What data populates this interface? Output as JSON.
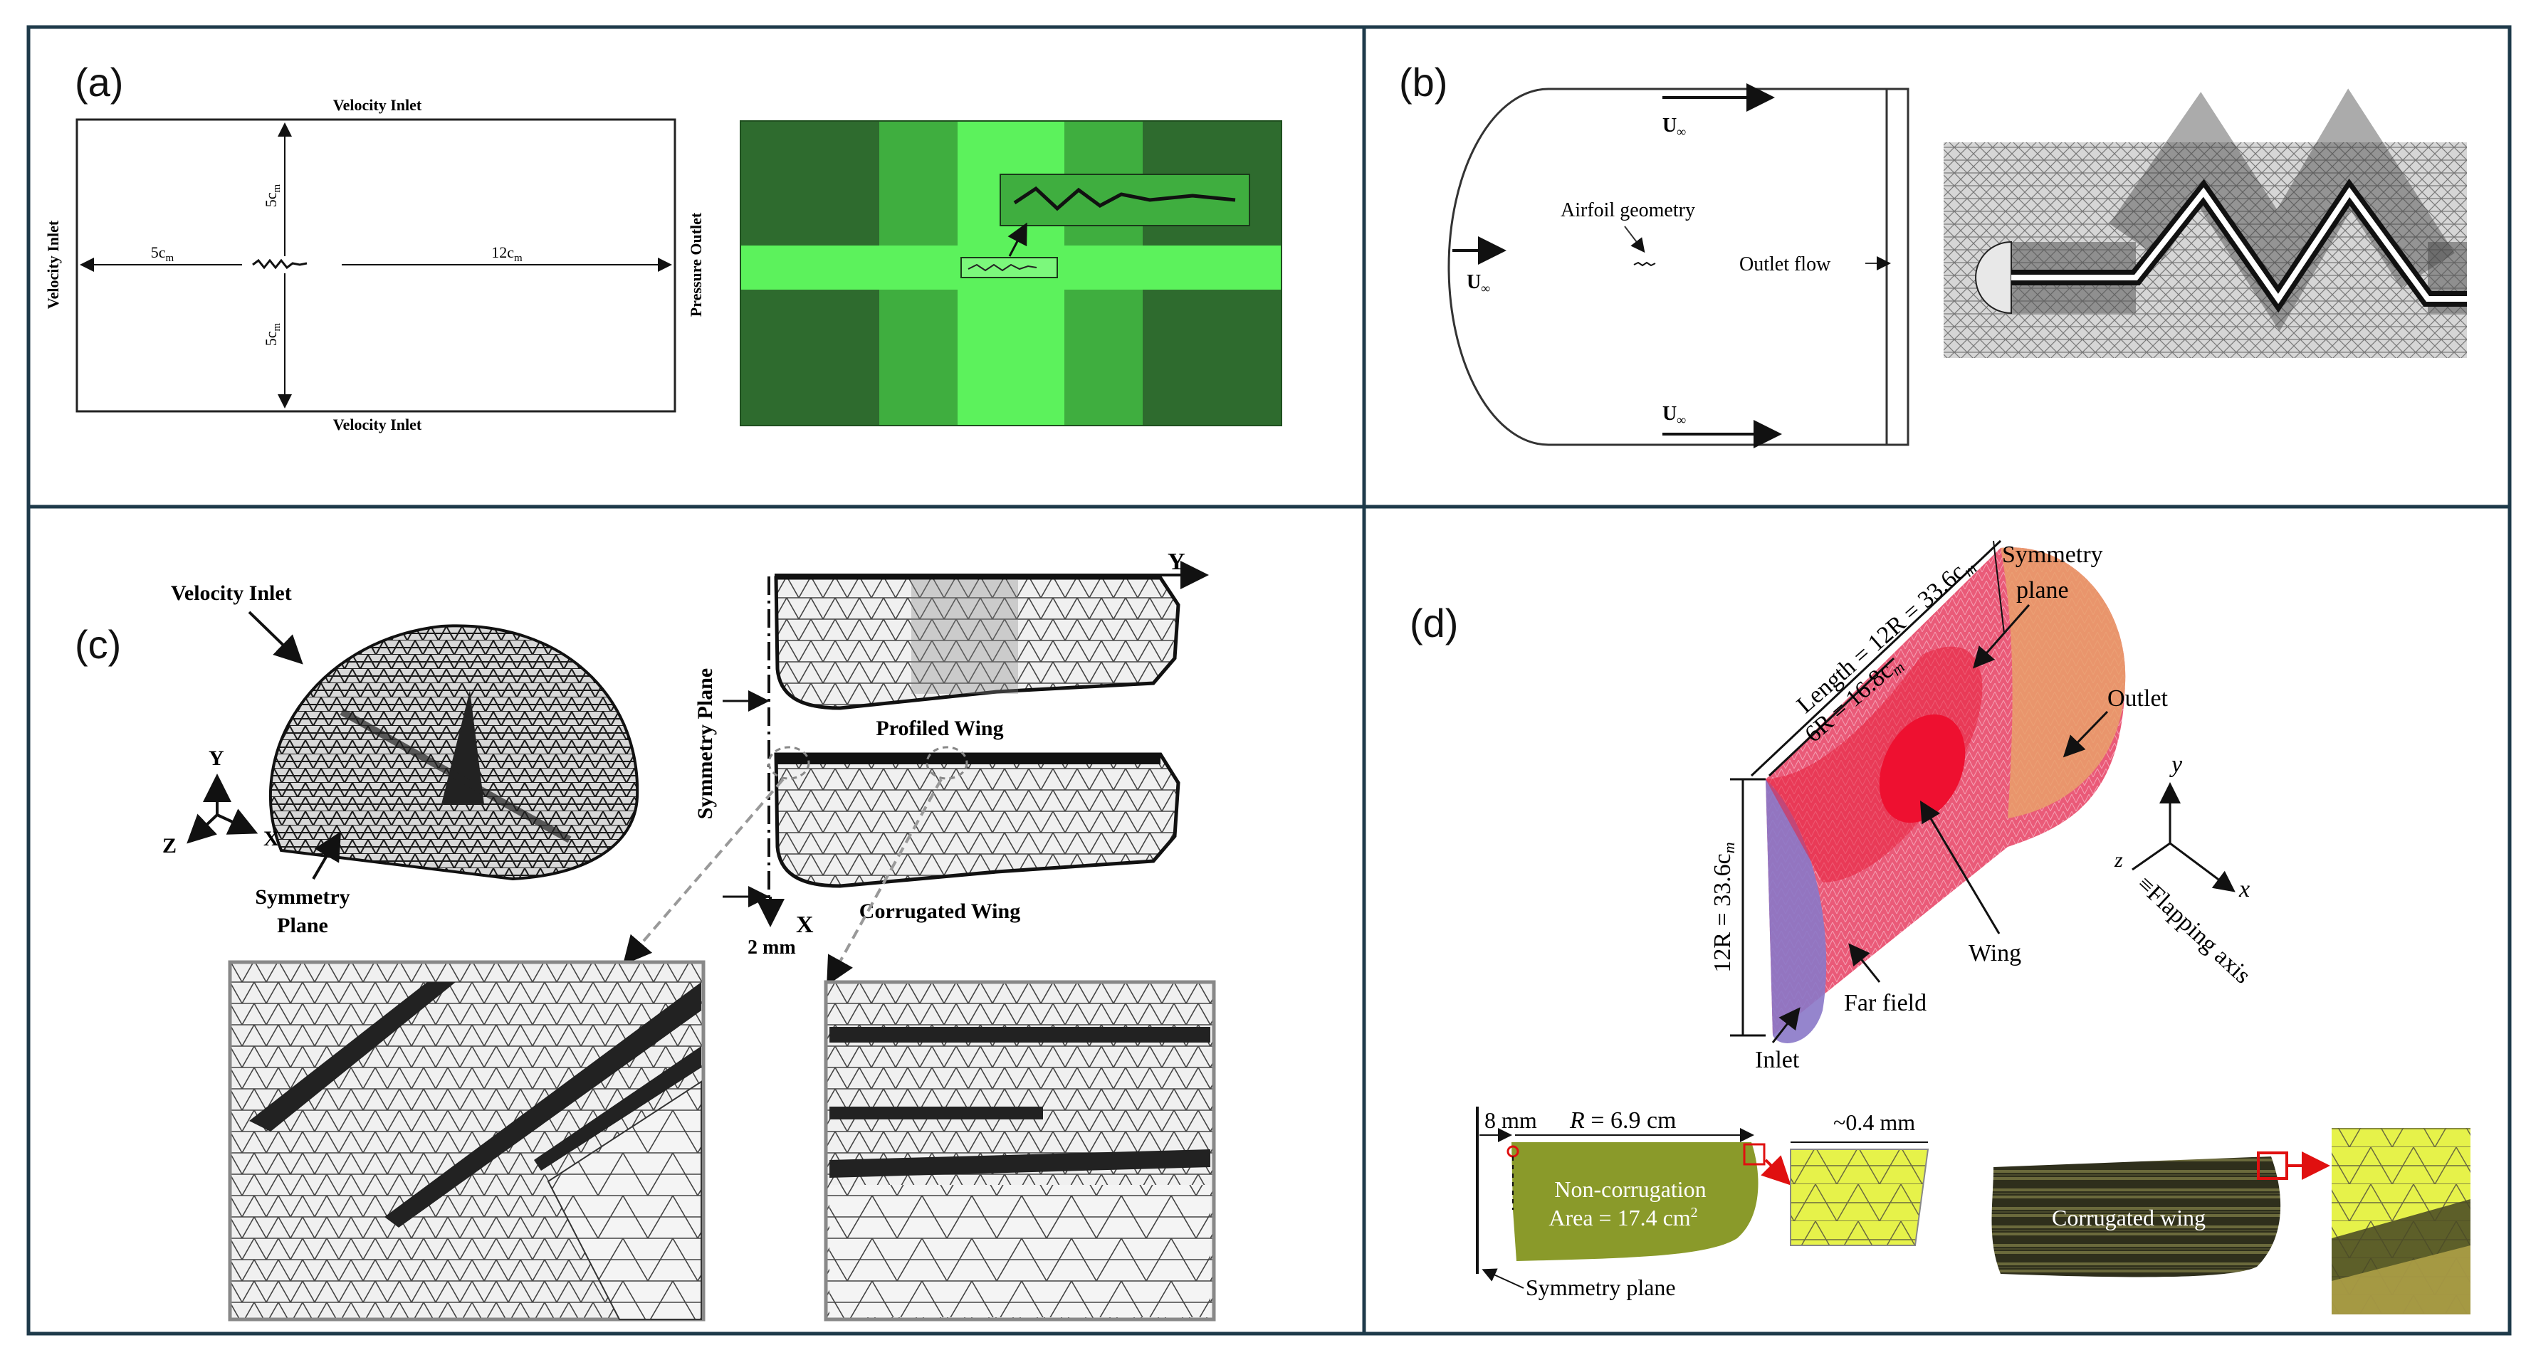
{
  "panels": {
    "a": {
      "letter": "(a)",
      "top_label": "Velocity Inlet",
      "bottom_label": "Velocity Inlet",
      "left_label": "Velocity Inlet",
      "right_label": "Pressure Outlet",
      "dim_up": "5c",
      "dim_down": "5c",
      "dim_left": "5c",
      "dim_right": "12c",
      "dim_sub": "m"
    },
    "b": {
      "letter": "(b)",
      "u_top": "U",
      "u_left": "U",
      "u_bottom": "U",
      "u_sub": "∞",
      "airfoil_label": "Airfoil geometry",
      "outlet_label": "Outlet flow"
    },
    "c": {
      "letter": "(c)",
      "velocity_inlet": "Velocity Inlet",
      "symmetry_plane_1": "Symmetry",
      "symmetry_plane_2": "Plane",
      "symmetry_plane_vertical": "Symmetry Plane",
      "axis_y": "Y",
      "axis_z": "Z",
      "axis_x": "X",
      "wing_axis_y": "Y",
      "wing_axis_x": "X",
      "profiled_wing": "Profiled Wing",
      "corrugated_wing": "Corrugated Wing",
      "scale": "2 mm"
    },
    "d": {
      "letter": "(d)",
      "length_dim": "Length = 12R = 33.6c",
      "radius_dim": "6R = 16.8c",
      "height_dim": "12R = 33.6c",
      "dim_sub": "m",
      "symmetry_1": "Symmetry",
      "symmetry_2": "plane",
      "outlet": "Outlet",
      "wing": "Wing",
      "far_field": "Far field",
      "inlet": "Inlet",
      "axis_y": "y",
      "axis_x": "x",
      "axis_z": "z",
      "flapping_axis": "≡Flapping axis",
      "dim_8mm": "8 mm",
      "r_dim": "R = 6.9 cm",
      "dim_04": "~0.4 mm",
      "noncorr_1": "Non-corrugation",
      "noncorr_2": "Area = 17.4 cm",
      "area_sup": "2",
      "symmetry_plane": "Symmetry plane",
      "corrugated_wing": "Corrugated wing"
    }
  },
  "colors": {
    "frame": "#1e3a4a",
    "mesh_dark_green": "#2e6b2e",
    "mesh_mid_green": "#3fae3f",
    "mesh_light_green": "#5cf25c",
    "domain_pink": "#e8506e",
    "domain_red": "#e8203c",
    "domain_orange": "#e9a06a",
    "domain_blue": "#8a78c8",
    "wing_olive": "#8a9a2a",
    "mesh_yellow": "#e6f24a",
    "corrugated_dark": "#3a3a22"
  }
}
